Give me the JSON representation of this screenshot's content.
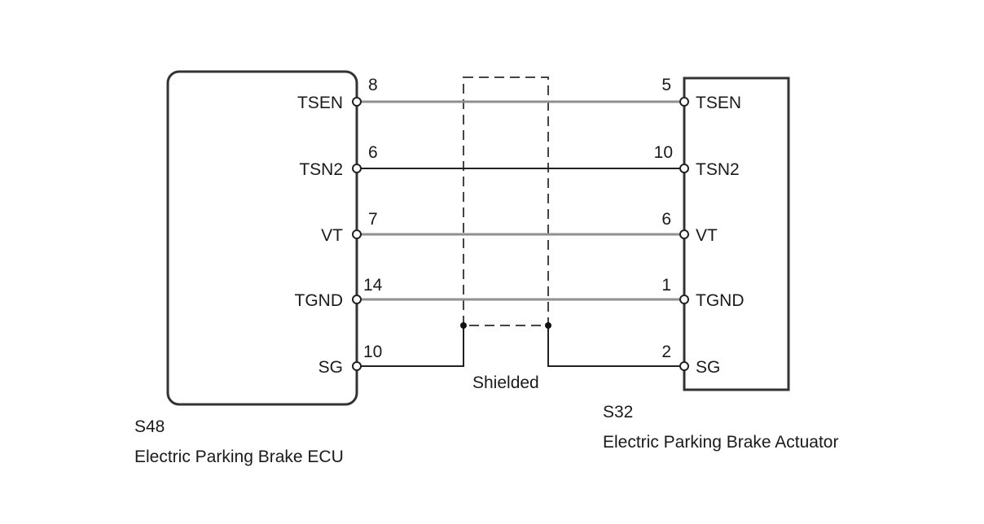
{
  "left_component": {
    "code": "S48",
    "name": "Electric Parking Brake ECU"
  },
  "right_component": {
    "code": "S32",
    "name": "Electric Parking Brake Actuator"
  },
  "shield": {
    "label": "Shielded"
  },
  "wires": [
    {
      "signal_left": "TSEN",
      "pin_left": "8",
      "signal_right": "TSEN",
      "pin_right": "5",
      "color": "#8f8f8f"
    },
    {
      "signal_left": "TSN2",
      "pin_left": "6",
      "signal_right": "TSN2",
      "pin_right": "10",
      "color": "#222222"
    },
    {
      "signal_left": "VT",
      "pin_left": "7",
      "signal_right": "VT",
      "pin_right": "6",
      "color": "#8f8f8f"
    },
    {
      "signal_left": "TGND",
      "pin_left": "14",
      "signal_right": "TGND",
      "pin_right": "1",
      "color": "#8f8f8f"
    },
    {
      "signal_left": "SG",
      "pin_left": "10",
      "signal_right": "SG",
      "pin_right": "2",
      "color": "#222222"
    }
  ]
}
